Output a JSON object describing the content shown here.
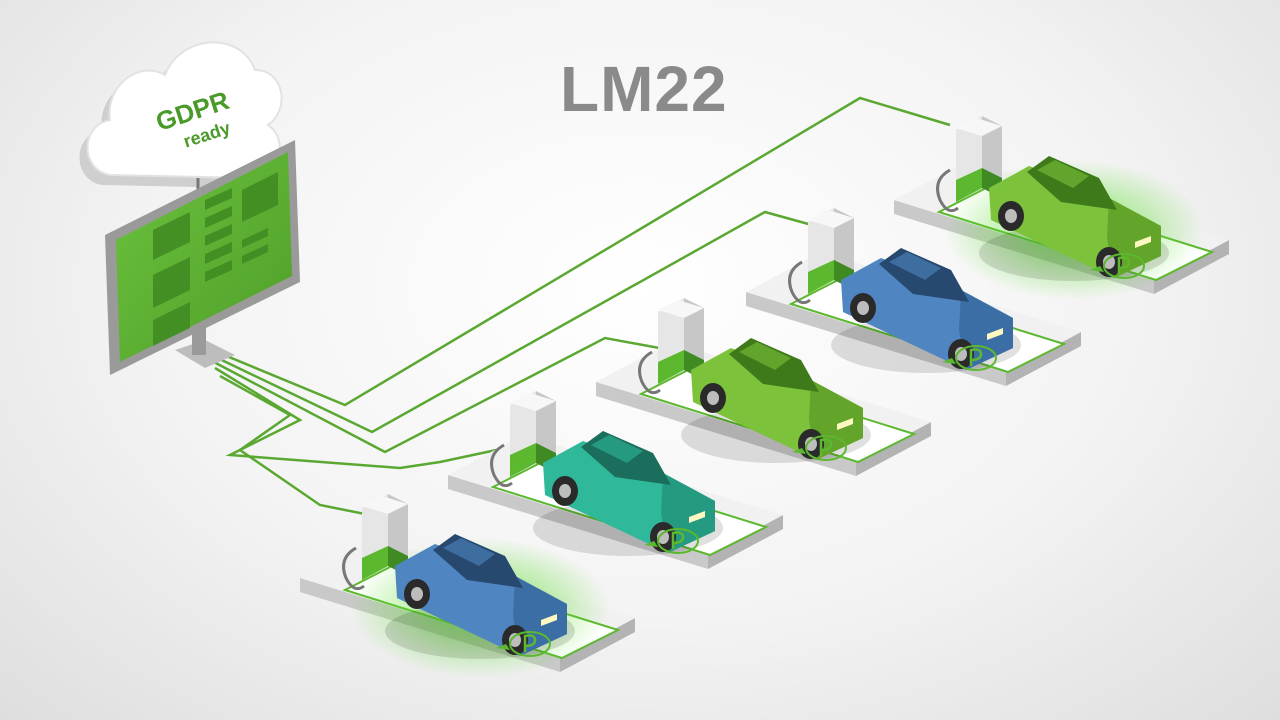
{
  "title": "LM22",
  "cloud": {
    "line1": "GDPR",
    "line2": "ready"
  },
  "colors": {
    "accent_green": "#5cb82e",
    "wire_green": "#5aa832",
    "car_blue": "#4f86c2",
    "car_teal": "#2fb89a",
    "car_green": "#7cc23a",
    "title_gray": "#8a8a8a"
  },
  "parking_spots": [
    {
      "car_color": "blue",
      "charging_glow": true
    },
    {
      "car_color": "teal",
      "charging_glow": false
    },
    {
      "car_color": "green",
      "charging_glow": false
    },
    {
      "car_color": "blue",
      "charging_glow": false
    },
    {
      "car_color": "green",
      "charging_glow": true
    }
  ],
  "icons": [
    "cloud-icon",
    "monitor-icon",
    "charging-station-icon",
    "car-icon",
    "ev-parking-sign-icon"
  ]
}
